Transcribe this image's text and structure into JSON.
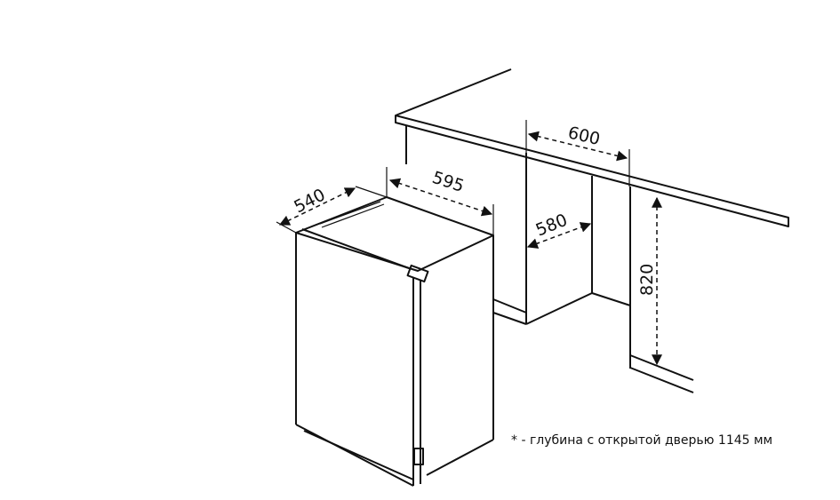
{
  "dimensions": {
    "fridge_depth": "540",
    "fridge_width": "595",
    "niche_width": "600",
    "niche_depth": "580",
    "niche_height": "820"
  },
  "footnote": "* - глубина с открытой дверью 1145 мм"
}
